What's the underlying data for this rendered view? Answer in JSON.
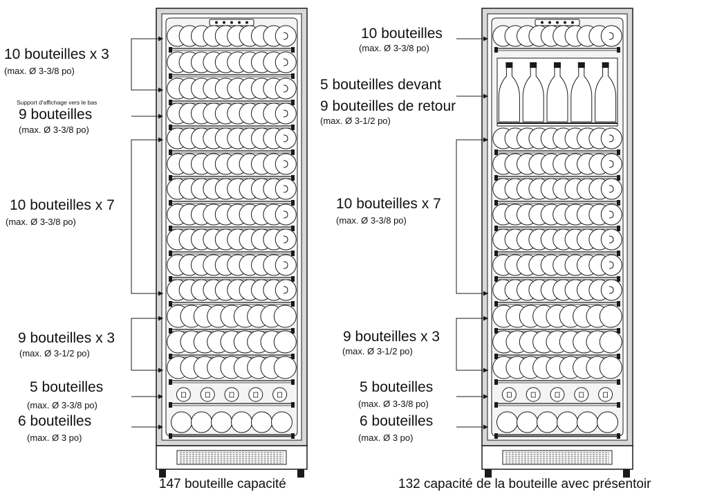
{
  "left_fridge": {
    "labels": {
      "group1_title": "10 bouteilles x 3",
      "group1_note": "(max. Ø 3-3/8 po)",
      "display_note": "Support d'affichage vers le bas",
      "group2_title": "9 bouteilles",
      "group2_note": "(max. Ø 3-3/8 po)",
      "group3_title": "10 bouteilles x 7",
      "group3_note": "(max. Ø 3-3/8 po)",
      "group4_title": "9 bouteilles x 3",
      "group4_note": "(max. Ø 3-1/2 po)",
      "group5_title": "5 bouteilles",
      "group5_note": "(max. Ø 3-3/8 po)",
      "group6_title": "6 bouteilles",
      "group6_note": "(max. Ø 3 po)"
    },
    "caption": "147 bouteille capacité"
  },
  "right_fridge": {
    "labels": {
      "group1_title": "10 bouteilles",
      "group1_note": "(max. Ø 3-3/8 po)",
      "group2_title": "5 bouteilles devant",
      "group2_title_b": "9 bouteilles de retour",
      "group2_note": "(max. Ø 3-1/2 po)",
      "group3_title": "10 bouteilles x 7",
      "group3_note": "(max. Ø 3-3/8 po)",
      "group4_title": "9 bouteilles x 3",
      "group4_note": "(max. Ø 3-1/2 po)",
      "group5_title": "5 bouteilles",
      "group5_note": "(max. Ø 3-3/8 po)",
      "group6_title": "6 bouteilles",
      "group6_note": "(max. Ø 3 po)"
    },
    "caption": "132 capacité de la bouteille avec présentoir"
  },
  "colors": {
    "line": "#1a1a1a",
    "cabinet_fill": "#d9d9d9",
    "interior_fill": "#f4f4f4"
  }
}
